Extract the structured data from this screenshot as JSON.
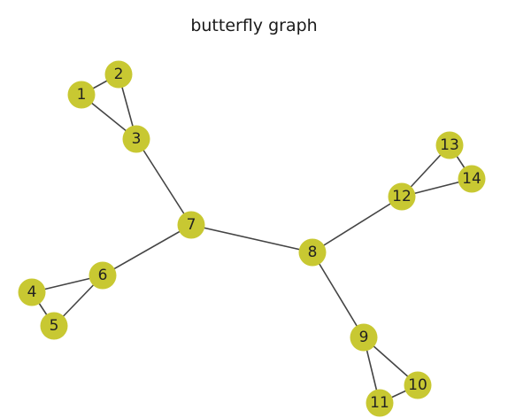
{
  "title": "butterfly graph",
  "node_color": "#c8c832",
  "edge_color": "#444444",
  "nodes": [
    {
      "id": "1",
      "label": "1"
    },
    {
      "id": "2",
      "label": "2"
    },
    {
      "id": "3",
      "label": "3"
    },
    {
      "id": "4",
      "label": "4"
    },
    {
      "id": "5",
      "label": "5"
    },
    {
      "id": "6",
      "label": "6"
    },
    {
      "id": "7",
      "label": "7"
    },
    {
      "id": "8",
      "label": "8"
    },
    {
      "id": "9",
      "label": "9"
    },
    {
      "id": "10",
      "label": "10"
    },
    {
      "id": "11",
      "label": "11"
    },
    {
      "id": "12",
      "label": "12"
    },
    {
      "id": "13",
      "label": "13"
    },
    {
      "id": "14",
      "label": "14"
    }
  ],
  "edges": [
    [
      "1",
      "2"
    ],
    [
      "1",
      "3"
    ],
    [
      "2",
      "3"
    ],
    [
      "3",
      "7"
    ],
    [
      "4",
      "5"
    ],
    [
      "4",
      "6"
    ],
    [
      "5",
      "6"
    ],
    [
      "6",
      "7"
    ],
    [
      "7",
      "8"
    ],
    [
      "8",
      "9"
    ],
    [
      "8",
      "12"
    ],
    [
      "9",
      "10"
    ],
    [
      "9",
      "11"
    ],
    [
      "10",
      "11"
    ],
    [
      "12",
      "13"
    ],
    [
      "12",
      "14"
    ],
    [
      "13",
      "14"
    ]
  ]
}
